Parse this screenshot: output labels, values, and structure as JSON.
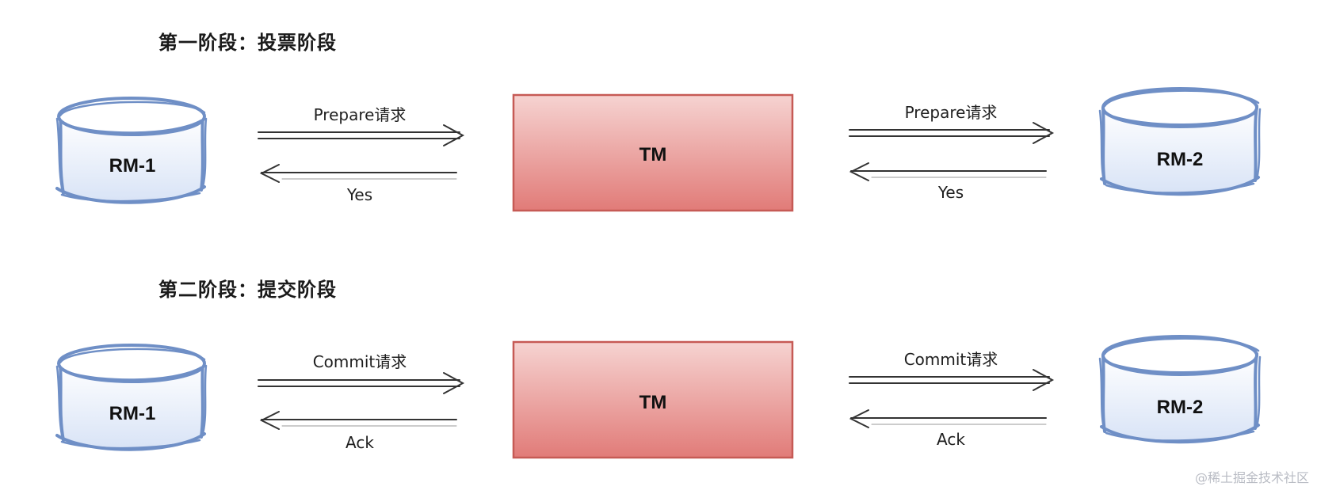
{
  "phases": [
    {
      "title": "第一阶段：投票阶段",
      "left_db": "RM-1",
      "coordinator": "TM",
      "right_db": "RM-2",
      "left_request": "Prepare请求",
      "left_reply": "Yes",
      "right_request": "Prepare请求",
      "right_reply": "Yes"
    },
    {
      "title": "第二阶段：提交阶段",
      "left_db": "RM-1",
      "coordinator": "TM",
      "right_db": "RM-2",
      "left_request": "Commit请求",
      "left_reply": "Ack",
      "right_request": "Commit请求",
      "right_reply": "Ack"
    }
  ],
  "watermark": "@稀土掘金技术社区",
  "colors": {
    "db_stroke": "#6f8fc6",
    "db_fill_top": "#ffffff",
    "db_fill_bottom": "#d8e3f6",
    "tm_fill_top": "#f6d3d1",
    "tm_fill_bottom": "#e17b78",
    "tm_stroke": "#c65a55",
    "arrow": "#333333"
  }
}
